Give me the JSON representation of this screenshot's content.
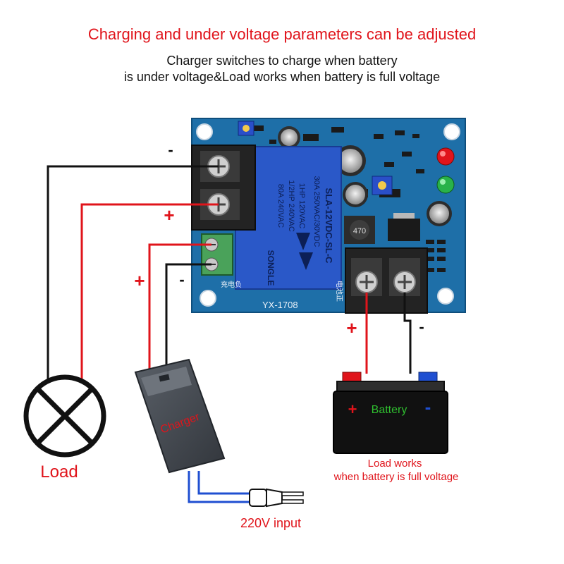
{
  "header": {
    "title": "Charging and under voltage parameters can be adjusted",
    "line1": "Charger switches to charge when battery",
    "line2": "is under voltage&Load works when battery is full voltage"
  },
  "board": {
    "model": "YX-1708",
    "relay_brand": "SONGLE",
    "relay_model": "SLA-12VDC-SL-C",
    "relay_rating1": "30A 250VAC/30VDC",
    "relay_rating2": "1HP 120VAC",
    "relay_rating3": "1/2HP 240VAC",
    "relay_rating4": "80A 240VAC",
    "inductor": "470",
    "charge_label": "充电负",
    "battery_label": "电池正"
  },
  "terminals": {
    "load_minus": "-",
    "load_plus": "+",
    "charger_plus": "+",
    "charger_minus": "-",
    "battery_plus": "+",
    "battery_minus": "-"
  },
  "load": {
    "label": "Load"
  },
  "charger": {
    "label": "Charger"
  },
  "plug": {
    "label": "220V input"
  },
  "battery": {
    "plus": "+",
    "label": "Battery",
    "minus": "-",
    "note1": "Load works",
    "note2": "when battery is full voltage"
  },
  "colors": {
    "title": "#e0141b",
    "wire_red": "#e0141b",
    "wire_black": "#111111",
    "wire_blue": "#1f4fd1",
    "pcb": "#1e6fa8",
    "relay": "#2a58c8",
    "battery_label": "#2fbf2f"
  }
}
